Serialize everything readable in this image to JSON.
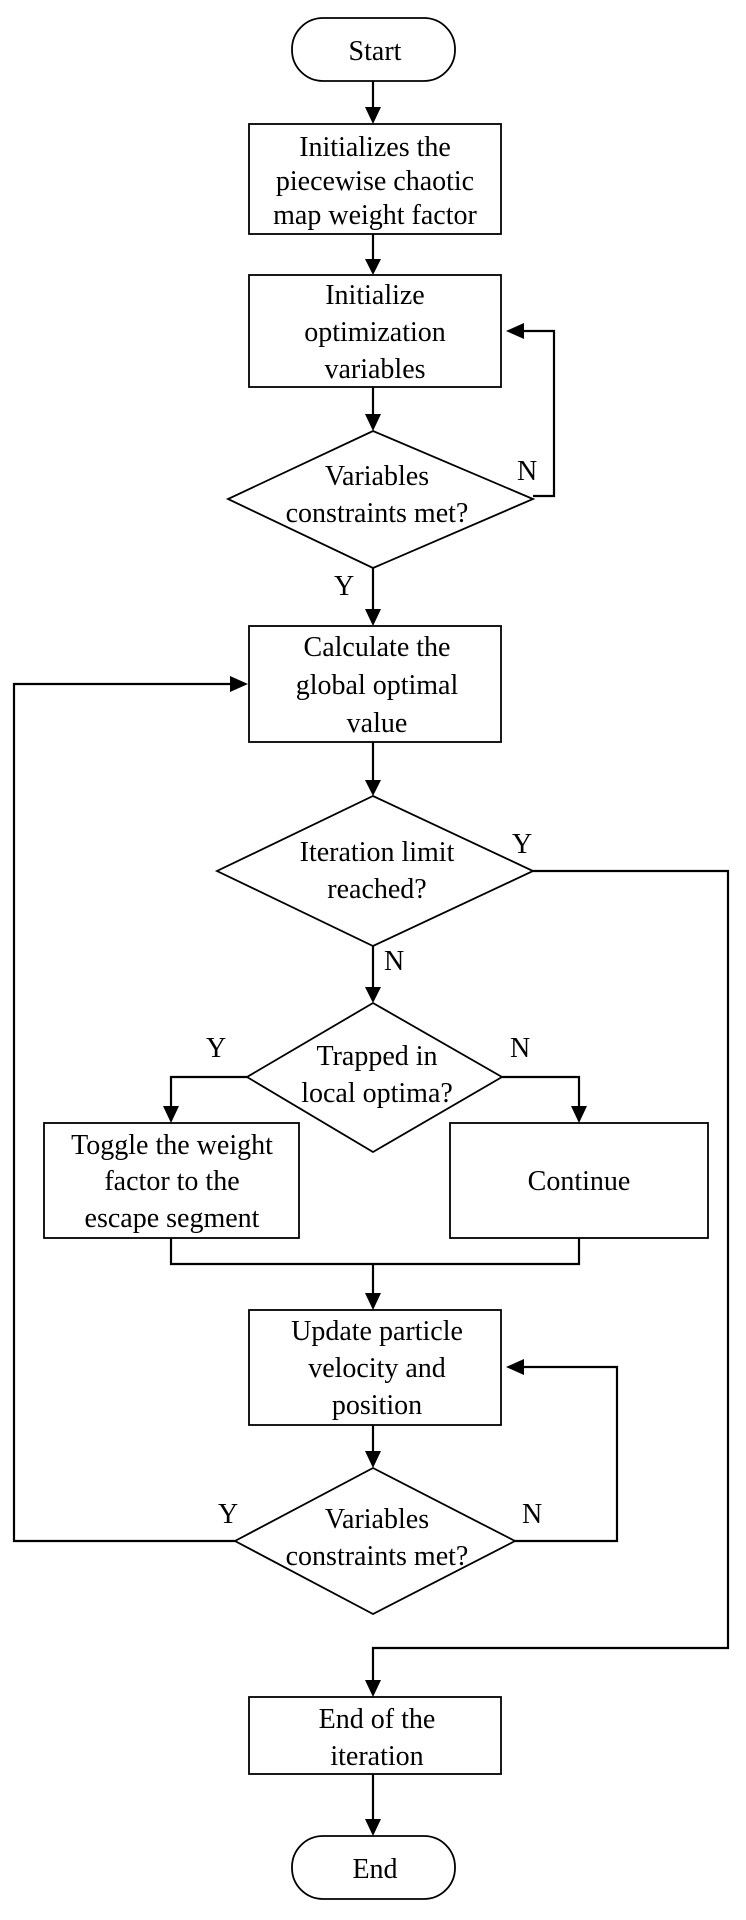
{
  "nodes": {
    "start": {
      "shape": "terminal",
      "lines": [
        "Start"
      ]
    },
    "init_weight": {
      "shape": "process",
      "lines": [
        "Initializes the",
        "piecewise chaotic",
        "map weight factor"
      ]
    },
    "init_vars": {
      "shape": "process",
      "lines": [
        "Initialize",
        "optimization",
        "variables"
      ]
    },
    "check_constraints_1": {
      "shape": "decision",
      "lines": [
        "Variables",
        "constraints met?"
      ]
    },
    "calc_global": {
      "shape": "process",
      "lines": [
        "Calculate the",
        "global optimal",
        "value"
      ]
    },
    "iteration_limit": {
      "shape": "decision",
      "lines": [
        "Iteration limit",
        "reached?"
      ]
    },
    "trapped": {
      "shape": "decision",
      "lines": [
        "Trapped in",
        "local optima?"
      ]
    },
    "toggle_weight": {
      "shape": "process",
      "lines": [
        "Toggle the weight",
        "factor to the",
        "escape segment"
      ]
    },
    "continue": {
      "shape": "process",
      "lines": [
        "Continue"
      ]
    },
    "update_particle": {
      "shape": "process",
      "lines": [
        "Update particle",
        "velocity and",
        "position"
      ]
    },
    "check_constraints_2": {
      "shape": "decision",
      "lines": [
        "Variables",
        "constraints met?"
      ]
    },
    "end_iteration": {
      "shape": "process",
      "lines": [
        "End of the",
        "iteration"
      ]
    },
    "end": {
      "shape": "terminal",
      "lines": [
        "End"
      ]
    }
  },
  "edge_labels": {
    "constraints_1_no": "N",
    "constraints_1_yes": "Y",
    "limit_yes": "Y",
    "limit_no": "N",
    "trapped_yes": "Y",
    "trapped_no": "N",
    "constraints_2_yes": "Y",
    "constraints_2_no": "N"
  },
  "colors": {
    "stroke": "#000000",
    "background": "#ffffff"
  }
}
